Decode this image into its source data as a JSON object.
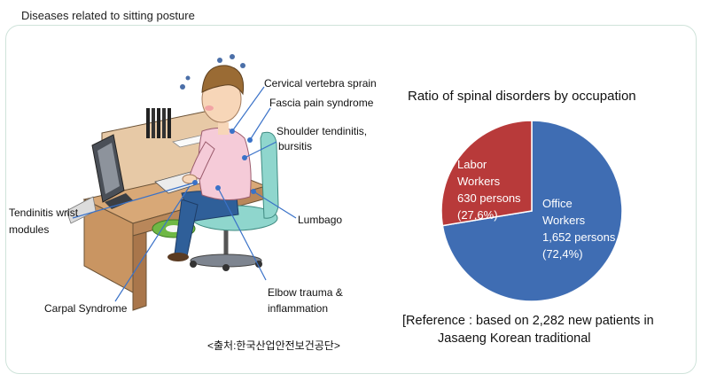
{
  "heading": "Diseases related to sitting posture",
  "illustration": {
    "labels": {
      "cervical": "Cervical vertebra sprain",
      "fascia": "Fascia pain syndrome",
      "shoulder_1": "Shoulder tendinitis,",
      "shoulder_2": "bursitis",
      "tendinitis_1": "Tendinitis wrist",
      "tendinitis_2": "modules",
      "lumbago": "Lumbago",
      "elbow_1": "Elbow trauma &",
      "elbow_2": "inflammation",
      "carpal": "Carpal Syndrome"
    },
    "source": "<출처:한국산업안전보건공단>"
  },
  "chart_data": {
    "type": "pie",
    "title": "Ratio of spinal disorders by occupation",
    "slices": [
      {
        "name": "Office Workers",
        "line1": "Office",
        "line2": "Workers",
        "count_label": "1,652 persons",
        "pct_label": "(72,4%)",
        "value": 72.4,
        "color": "#3f6db3"
      },
      {
        "name": "Labor Workers",
        "line1": "Labor",
        "line2": "Workers",
        "count_label": "630 persons",
        "pct_label": "(27,6%)",
        "value": 27.6,
        "color": "#b83a3a"
      }
    ],
    "reference_1": "[Reference : based on 2,282 new patients in",
    "reference_2": "Jasaeng Korean traditional"
  }
}
